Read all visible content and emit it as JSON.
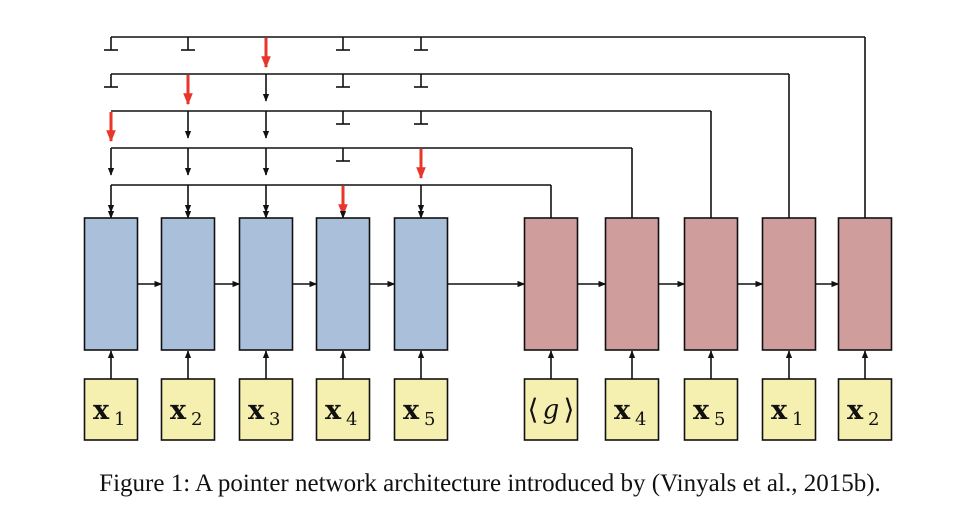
{
  "caption": "Figure 1: A pointer network architecture introduced by (Vinyals et al., 2015b).",
  "colors": {
    "encoder": "#a9bfda",
    "decoder": "#cf9d9b",
    "input": "#f6f0b0",
    "pointer": "#e8362a"
  },
  "encoder_inputs": [
    {
      "base": "x",
      "sub": "1"
    },
    {
      "base": "x",
      "sub": "2"
    },
    {
      "base": "x",
      "sub": "3"
    },
    {
      "base": "x",
      "sub": "4"
    },
    {
      "base": "x",
      "sub": "5"
    }
  ],
  "decoder_inputs": [
    {
      "kind": "go",
      "symbol": "g"
    },
    {
      "base": "x",
      "sub": "4"
    },
    {
      "base": "x",
      "sub": "5"
    },
    {
      "base": "x",
      "sub": "1"
    },
    {
      "base": "x",
      "sub": "2"
    }
  ],
  "pointer_targets": [
    4,
    5,
    1,
    2,
    3
  ],
  "blocked_per_step": [
    [],
    [
      4
    ],
    [
      4,
      5
    ],
    [
      1,
      4,
      5
    ],
    [
      1,
      2,
      4,
      5
    ]
  ]
}
